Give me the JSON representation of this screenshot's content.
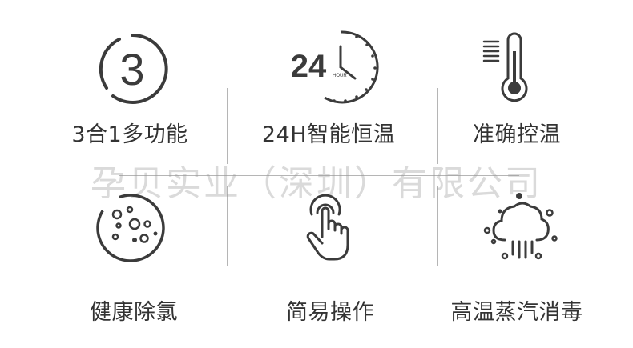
{
  "features": [
    {
      "label": "3合1多功能",
      "icon": "number-three-circle-icon",
      "icon_text": "3"
    },
    {
      "label": "24H智能恒温",
      "icon": "24-hour-clock-icon",
      "icon_text": "24",
      "icon_subtext": "HOUR"
    },
    {
      "label": "准确控温",
      "icon": "thermometer-icon"
    },
    {
      "label": "健康除氯",
      "icon": "chlorine-particles-icon"
    },
    {
      "label": "简易操作",
      "icon": "touch-finger-icon"
    },
    {
      "label": "高温蒸汽消毒",
      "icon": "steam-cloud-icon"
    }
  ],
  "watermark": "孕贝实业（深圳）有限公司",
  "colors": {
    "icon": "#3b3b3b",
    "text": "#333333",
    "divider": "#b5b5b5"
  }
}
